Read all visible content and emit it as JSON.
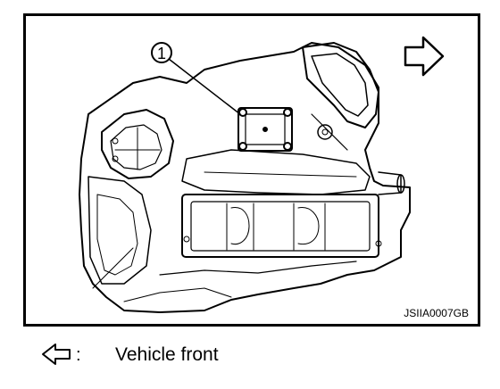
{
  "figure": {
    "callout_number": "1",
    "figure_code": "JSIIA0007GB",
    "direction_icon": "hollow-arrow-right-icon"
  },
  "legend": {
    "icon": "hollow-arrow-left-icon",
    "separator": ":",
    "text": "Vehicle front"
  }
}
